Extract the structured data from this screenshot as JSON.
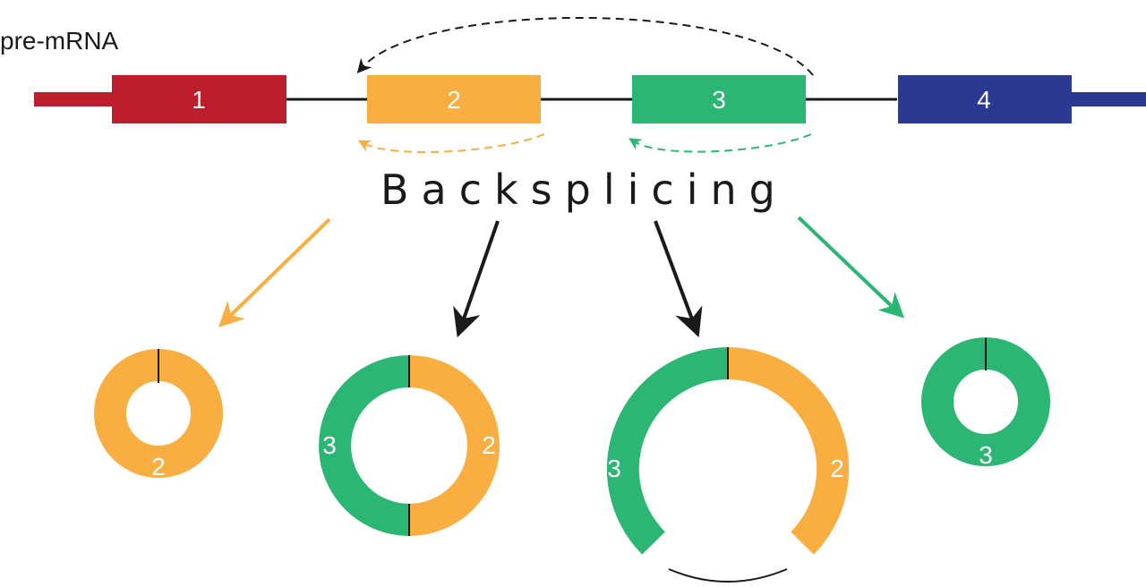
{
  "title": "pre-mRNA",
  "process_label": "Backsplicing",
  "exons": [
    {
      "label": "1",
      "color": "#bc1e2d"
    },
    {
      "label": "2",
      "color": "#f8ae40"
    },
    {
      "label": "3",
      "color": "#2bb673"
    },
    {
      "label": "4",
      "color": "#2b3990"
    }
  ],
  "circ_products": [
    {
      "segments": [
        "2"
      ]
    },
    {
      "segments": [
        "3",
        "2"
      ]
    },
    {
      "segments": [
        "3",
        "2"
      ]
    },
    {
      "segments": [
        "3"
      ]
    }
  ],
  "colors": {
    "exon1": "#bc1e2d",
    "exon2": "#f8ae40",
    "exon3": "#2bb673",
    "exon4": "#2b3990",
    "intron": "#1a1a1a"
  }
}
